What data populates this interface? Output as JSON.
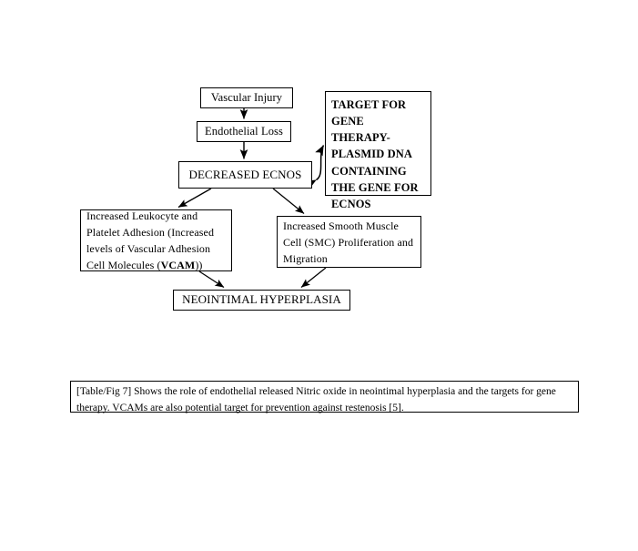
{
  "figure": {
    "type": "flowchart",
    "background_color": "#ffffff",
    "line_color": "#000000",
    "nodes": [
      {
        "id": "vascular-injury",
        "label": "Vascular Injury"
      },
      {
        "id": "endothelial-loss",
        "label": "Endothelial Loss"
      },
      {
        "id": "decreased-ecnos",
        "label": "DECREASED ECNOS"
      },
      {
        "id": "target-gene-therapy",
        "label": "TARGET FOR GENE THERAPY-PLASMID DNA CONTAINING THE GENE FOR ECNOS"
      },
      {
        "id": "leukocyte-platelet-adhesion",
        "label_part1": "Increased Leukocyte and Platelet Adhesion (Increased levels of Vascular Adhesion Cell Molecules (",
        "label_emphasis": "VCAM",
        "label_part2": "))"
      },
      {
        "id": "smc-proliferation",
        "label": "Increased Smooth Muscle Cell (SMC) Proliferation and Migration"
      },
      {
        "id": "neointimal-hyperplasia",
        "label": "NEOINTIMAL HYPERPLASIA"
      }
    ],
    "edges": [
      {
        "id": "edge-injury-to-loss",
        "from": "vascular-injury",
        "to": "endothelial-loss",
        "style": "straight",
        "arrowheads": "end"
      },
      {
        "id": "edge-loss-to-ecnos",
        "from": "endothelial-loss",
        "to": "decreased-ecnos",
        "style": "straight",
        "arrowheads": "end"
      },
      {
        "id": "edge-ecnos-to-leukocyte",
        "from": "decreased-ecnos",
        "to": "leukocyte-platelet-adhesion",
        "style": "straight",
        "arrowheads": "end"
      },
      {
        "id": "edge-ecnos-to-smc",
        "from": "decreased-ecnos",
        "to": "smc-proliferation",
        "style": "straight",
        "arrowheads": "end"
      },
      {
        "id": "edge-leukocyte-to-neointimal",
        "from": "leukocyte-platelet-adhesion",
        "to": "neointimal-hyperplasia",
        "style": "straight",
        "arrowheads": "end"
      },
      {
        "id": "edge-smc-to-neointimal",
        "from": "smc-proliferation",
        "to": "neointimal-hyperplasia",
        "style": "straight",
        "arrowheads": "end"
      },
      {
        "id": "edge-ecnos-target-bidirectional",
        "from": "decreased-ecnos",
        "to": "target-gene-therapy",
        "style": "curved",
        "arrowheads": "both"
      }
    ]
  },
  "caption": {
    "text": "[Table/Fig 7] Shows the role of endothelial released Nitric oxide in neointimal hyperplasia and the targets for gene therapy. VCAMs are also potential target for prevention against restenosis [5]."
  }
}
